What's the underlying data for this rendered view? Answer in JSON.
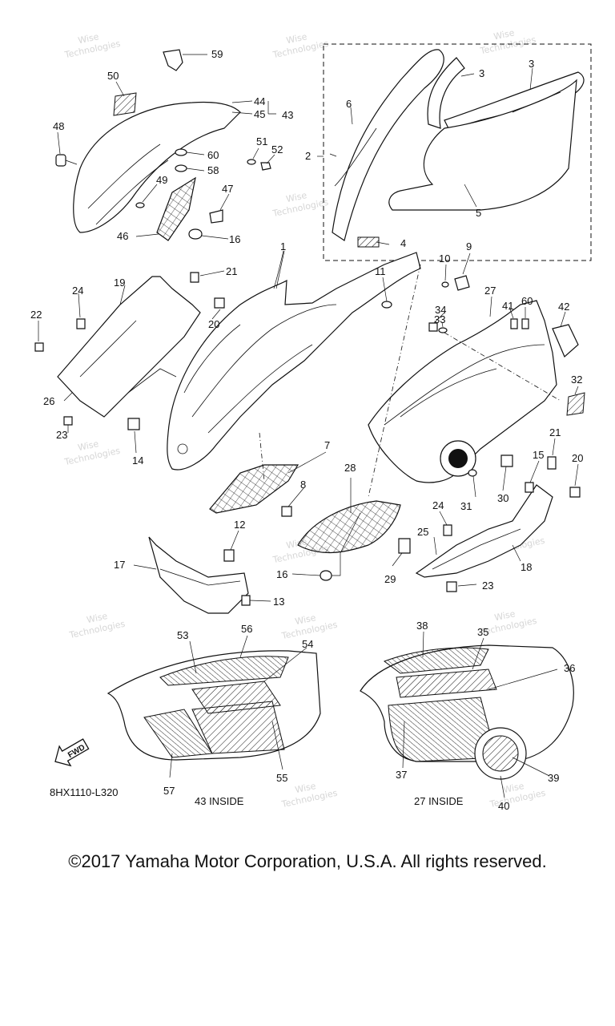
{
  "diagram": {
    "labels": [
      "1",
      "2",
      "3",
      "3",
      "4",
      "5",
      "6",
      "7",
      "8",
      "9",
      "10",
      "11",
      "12",
      "13",
      "14",
      "15",
      "16",
      "16",
      "17",
      "18",
      "19",
      "20",
      "20",
      "21",
      "21",
      "22",
      "23",
      "23",
      "24",
      "24",
      "25",
      "26",
      "27",
      "28",
      "29",
      "30",
      "31",
      "32",
      "33",
      "34",
      "35",
      "36",
      "37",
      "38",
      "39",
      "40",
      "41",
      "42",
      "43",
      "44",
      "45",
      "46",
      "47",
      "48",
      "49",
      "50",
      "51",
      "52",
      "53",
      "54",
      "55",
      "56",
      "57",
      "58",
      "59",
      "60",
      "60"
    ],
    "diagram_code": "8HX1110-L320",
    "fwd_label": "FWD",
    "inside_left": "43 INSIDE",
    "inside_right": "27 INSIDE",
    "watermark": [
      "Wise",
      "Technologies"
    ]
  },
  "copyright": "©2017 Yamaha Motor Corporation, U.S.A. All rights reserved."
}
